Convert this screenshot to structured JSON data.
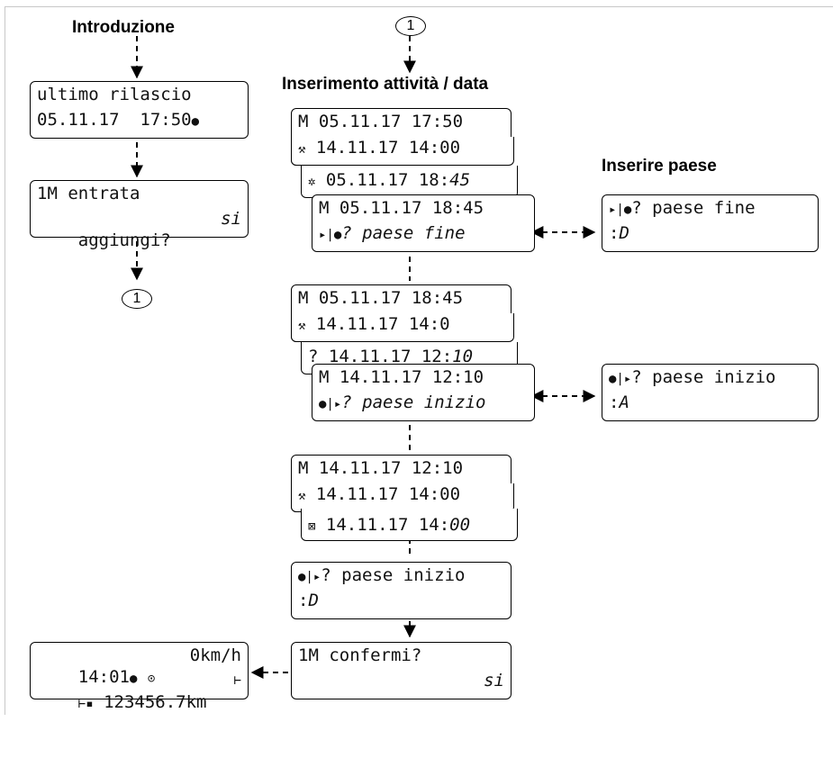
{
  "titles": {
    "intro": "Introduzione",
    "activity": "Inserimento attività / data",
    "country": "Inserire paese"
  },
  "connector": "1",
  "displays": {
    "last_release": {
      "line1": "ultimo rilascio",
      "line2": "05.11.17  17:50"
    },
    "add_entry": {
      "line1": "1M entrata",
      "line2": "aggiungi?",
      "line2_right": "si"
    },
    "s1a": {
      "line1": "M 05.11.17 17:50"
    },
    "s1b": {
      "line1": "14.11.17 14:00"
    },
    "s1c": {
      "date": "05.11.17 18:",
      "mins": "45"
    },
    "s1d": {
      "line1": "M 05.11.17 18:45",
      "line2": "? paese fine"
    },
    "country_end": {
      "line1": "? paese fine",
      "line2_value": "D"
    },
    "s2a": {
      "line1": "M 05.11.17 18:45"
    },
    "s2b": {
      "line1": "14.11.17 14:0"
    },
    "s2c": {
      "date": "? 14.11.17 12:",
      "mins": "10"
    },
    "s2d": {
      "line1": "M 14.11.17 12:10",
      "line2": "? paese inizio"
    },
    "country_start1": {
      "line1": "? paese inizio",
      "line2_value": "A"
    },
    "s3a": {
      "line1": "M 14.11.17 12:10"
    },
    "s3b": {
      "line1": "14.11.17 14:00"
    },
    "s3c": {
      "date": "14.11.17 14:",
      "mins": "00"
    },
    "country_start2": {
      "line1": "? paese inizio",
      "line2_value": "D"
    },
    "confirm": {
      "line1": "1M confermi?",
      "line2_right": "si"
    },
    "standard": {
      "line1": "14:01",
      "speed": "0km/h",
      "odo": "123456.7km"
    }
  },
  "icons": {
    "bed": "bed-icon",
    "hammers": "hammers-icon",
    "cross_out": "crossed-box-icon",
    "country_end": "country-end-icon",
    "country_start": "country-start-icon"
  }
}
